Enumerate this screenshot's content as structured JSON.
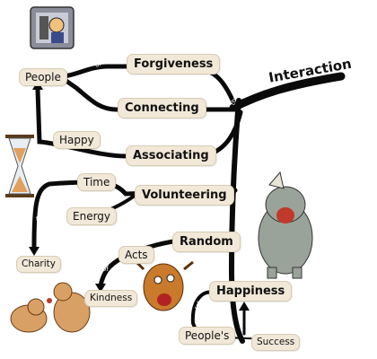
{
  "center": {
    "label": "Interaction"
  },
  "branches": {
    "forgiveness": "Forgiveness",
    "connecting": "Connecting",
    "associating": "Associating",
    "volunteering": "Volunteering",
    "random": "Random",
    "happiness": "Happiness"
  },
  "leaves": {
    "people": "People",
    "happy": "Happy",
    "time": "Time",
    "energy": "Energy",
    "charity": "Charity",
    "acts": "Acts",
    "kindness": "Kindness",
    "peoples": "People's",
    "success": "Success"
  },
  "connectors": {
    "of_top": "of",
    "with_people": "with",
    "with_happy": "with",
    "through": "through",
    "to": "to",
    "of_acts": "of",
    "for": "for"
  },
  "icons": [
    "hacker-computer-icon",
    "hourglass-icon",
    "laughing-rhino-icon",
    "shaggy-dog-icon",
    "arguing-dogs-icon"
  ],
  "colors": {
    "branch": "#0a0a0a",
    "pill": "#f1e8d8",
    "pill_border": "#d8cbb2"
  }
}
